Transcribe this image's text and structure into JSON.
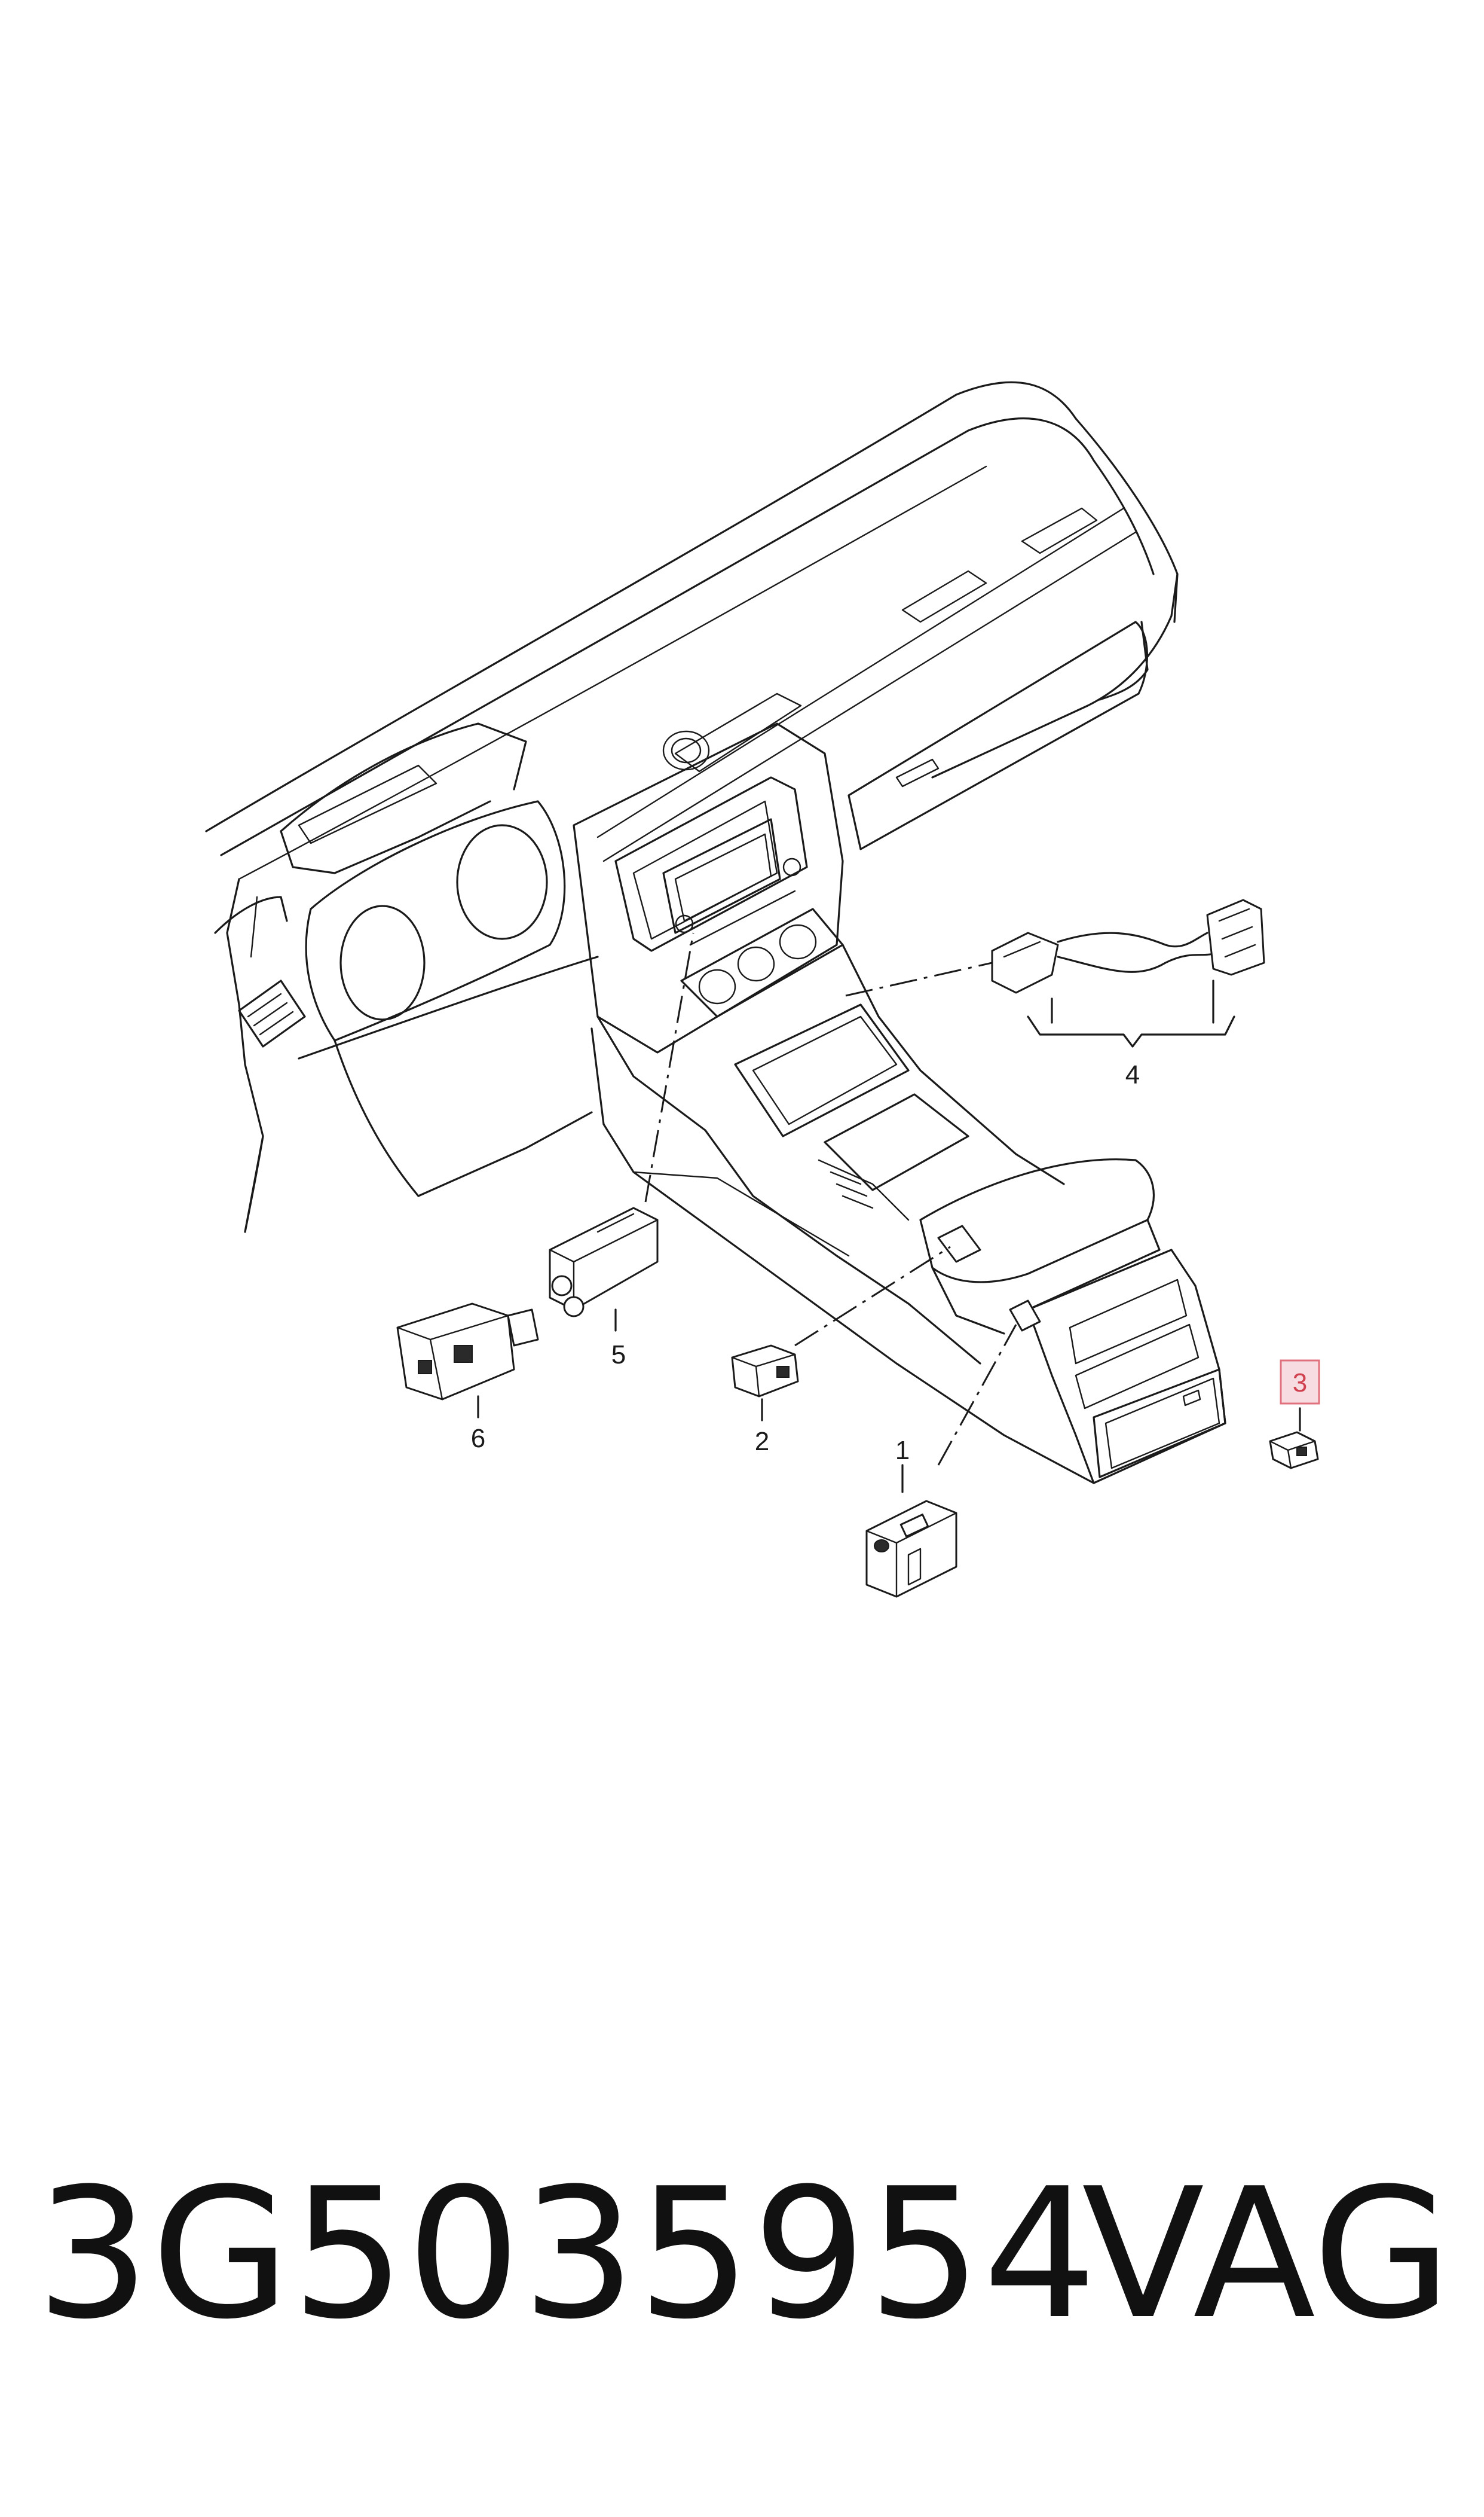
{
  "diagram": {
    "callouts": [
      "1",
      "2",
      "3",
      "4",
      "5",
      "6"
    ],
    "highlighted_callout": "3",
    "highlight_color": "#e0707c"
  },
  "footer": {
    "part_number": "3G5035954",
    "brand": "VAG"
  }
}
